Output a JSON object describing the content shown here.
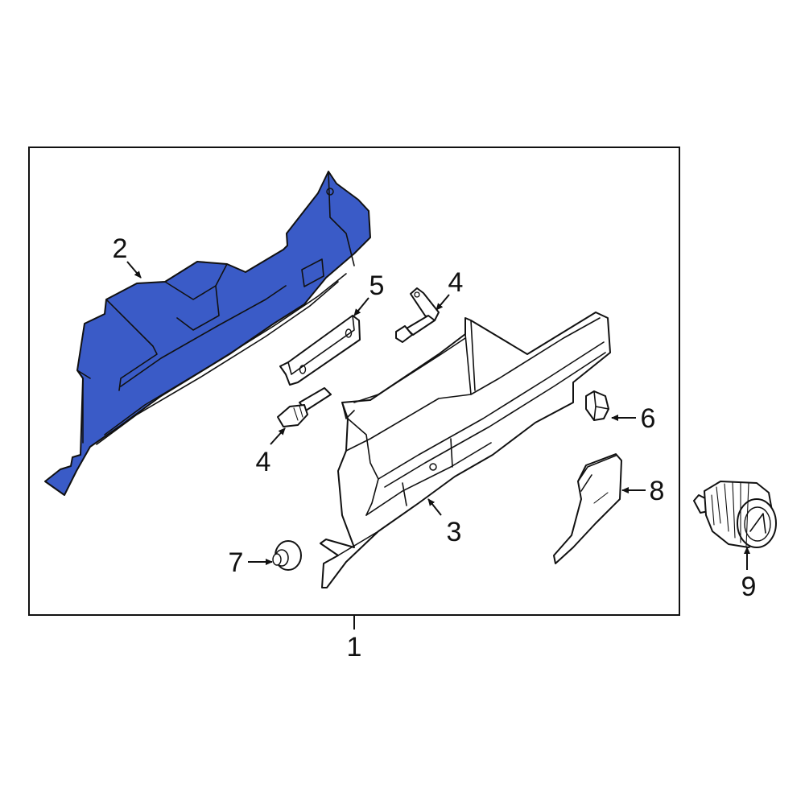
{
  "colors": {
    "highlight": "#3a5bc7",
    "outline": "#111111",
    "part_fill": "#ffffff",
    "background": "#ffffff"
  },
  "callouts": {
    "assembly": "1",
    "cover_panel": "2",
    "glove_box_bin": "3",
    "stop_upper": "4",
    "stop_lower": "4",
    "bracket": "5",
    "bumper": "6",
    "clip": "7",
    "lid_trim": "8",
    "knob": "9"
  }
}
